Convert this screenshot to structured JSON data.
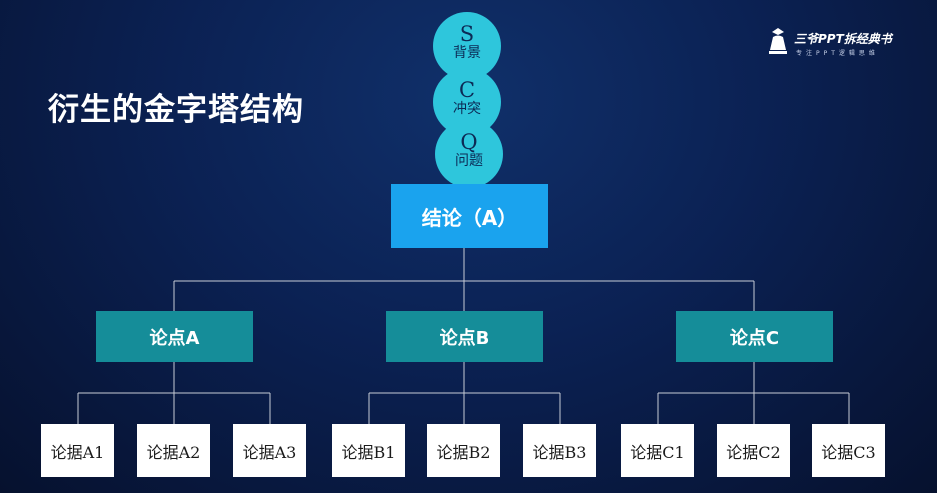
{
  "title": "衍生的金字塔结构",
  "logo": {
    "main": "三爷PPT拆经典书",
    "sub": "专注PPT逻辑思维"
  },
  "scq": [
    {
      "letter": "S",
      "label": "背景"
    },
    {
      "letter": "C",
      "label": "冲突"
    },
    {
      "letter": "Q",
      "label": "问题"
    }
  ],
  "conclusion": "结论（A）",
  "points": [
    {
      "label": "论点A",
      "evidence": [
        "论据A1",
        "论据A2",
        "论据A3"
      ]
    },
    {
      "label": "论点B",
      "evidence": [
        "论据B1",
        "论据B2",
        "论据B3"
      ]
    },
    {
      "label": "论点C",
      "evidence": [
        "论据C1",
        "论据C2",
        "论据C3"
      ]
    }
  ],
  "colors": {
    "background": "#0b2153",
    "circle": "#2ec6dc",
    "conclusion": "#1aa3ee",
    "point": "#158d99",
    "evidence": "#ffffff",
    "connector": "#c7ccd6"
  }
}
